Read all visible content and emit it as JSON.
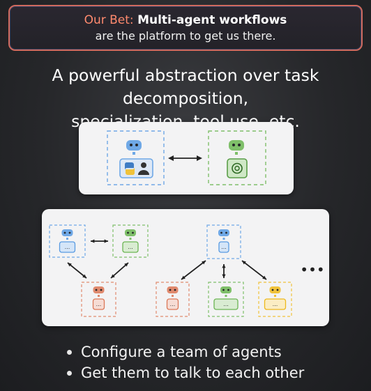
{
  "banner": {
    "prefix": "Our Bet:",
    "title": "Multi-agent workflows",
    "subtitle": "are the platform to get us there."
  },
  "headline": {
    "line1": "A powerful abstraction over task decomposition,",
    "line2": "specialization, tool use, etc."
  },
  "top_diagram": {
    "agents": [
      {
        "color": "#6fa8e6",
        "tools": [
          "python-icon",
          "person-icon"
        ]
      },
      {
        "color": "#7fbf6a",
        "tools": [
          "openai-icon"
        ]
      }
    ]
  },
  "bottom_diagram": {
    "agent_colors": {
      "blue": "#6fa8e6",
      "green": "#7fbf6a",
      "orange": "#e08a6e",
      "yellow": "#f0c23a"
    },
    "ellipsis": "•••",
    "box_glyph": "..."
  },
  "bullets": [
    "Configure a team of agents",
    "Get them to talk to each other"
  ]
}
